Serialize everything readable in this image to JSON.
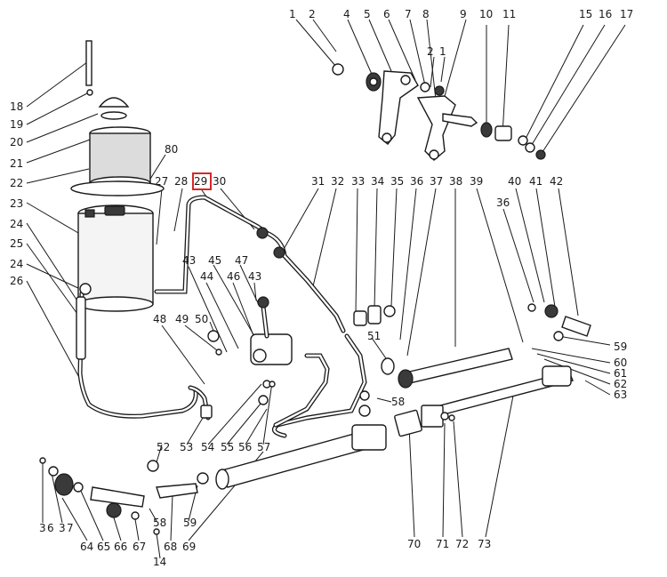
{
  "highlight": {
    "label": "29",
    "color": "#d62828"
  },
  "labels": [
    {
      "t": "1"
    },
    {
      "t": "2"
    },
    {
      "t": "4"
    },
    {
      "t": "5"
    },
    {
      "t": "6"
    },
    {
      "t": "7"
    },
    {
      "t": "8"
    },
    {
      "t": "9"
    },
    {
      "t": "10"
    },
    {
      "t": "11"
    },
    {
      "t": "15"
    },
    {
      "t": "16"
    },
    {
      "t": "17"
    },
    {
      "t": "2"
    },
    {
      "t": "1"
    },
    {
      "t": "18"
    },
    {
      "t": "19"
    },
    {
      "t": "20"
    },
    {
      "t": "21"
    },
    {
      "t": "22"
    },
    {
      "t": "23"
    },
    {
      "t": "24"
    },
    {
      "t": "25"
    },
    {
      "t": "24"
    },
    {
      "t": "26"
    },
    {
      "t": "80"
    },
    {
      "t": "27"
    },
    {
      "t": "28"
    },
    {
      "t": "29"
    },
    {
      "t": "30"
    },
    {
      "t": "31"
    },
    {
      "t": "32"
    },
    {
      "t": "33"
    },
    {
      "t": "34"
    },
    {
      "t": "35"
    },
    {
      "t": "36"
    },
    {
      "t": "37"
    },
    {
      "t": "38"
    },
    {
      "t": "39"
    },
    {
      "t": "40"
    },
    {
      "t": "41"
    },
    {
      "t": "42"
    },
    {
      "t": "36"
    },
    {
      "t": "43"
    },
    {
      "t": "45"
    },
    {
      "t": "47"
    },
    {
      "t": "44"
    },
    {
      "t": "46"
    },
    {
      "t": "43"
    },
    {
      "t": "48"
    },
    {
      "t": "49"
    },
    {
      "t": "50"
    },
    {
      "t": "51"
    },
    {
      "t": "59"
    },
    {
      "t": "60"
    },
    {
      "t": "61"
    },
    {
      "t": "62"
    },
    {
      "t": "63"
    },
    {
      "t": "52"
    },
    {
      "t": "53"
    },
    {
      "t": "54"
    },
    {
      "t": "55"
    },
    {
      "t": "56"
    },
    {
      "t": "57"
    },
    {
      "t": "58"
    },
    {
      "t": "3"
    },
    {
      "t": "6"
    },
    {
      "t": "3"
    },
    {
      "t": "7"
    },
    {
      "t": "64"
    },
    {
      "t": "65"
    },
    {
      "t": "66"
    },
    {
      "t": "67"
    },
    {
      "t": "68"
    },
    {
      "t": "69"
    },
    {
      "t": "58"
    },
    {
      "t": "59"
    },
    {
      "t": "14"
    },
    {
      "t": "70"
    },
    {
      "t": "71"
    },
    {
      "t": "72"
    },
    {
      "t": "73"
    }
  ]
}
